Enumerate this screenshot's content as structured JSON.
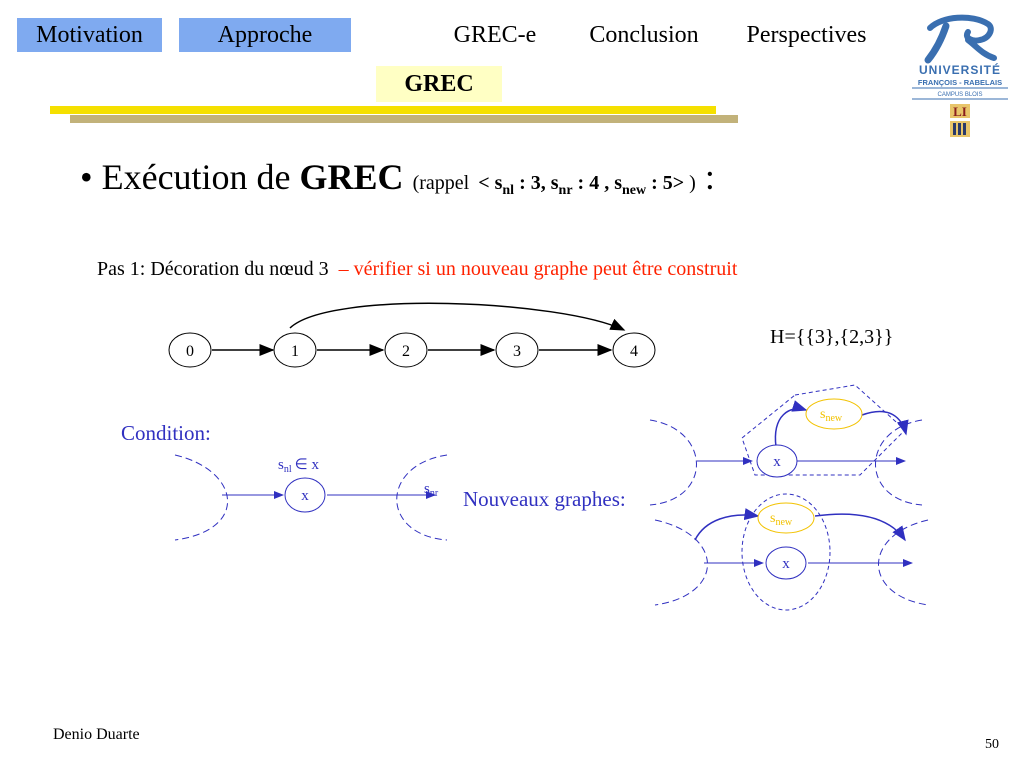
{
  "nav": {
    "motivation": "Motivation",
    "approche": "Approche",
    "grece": "GREC-e",
    "conclusion": "Conclusion",
    "perspectives": "Perspectives"
  },
  "subtab": "GREC",
  "logo": {
    "line1": "UNIVERSITÉ",
    "line2": "FRANÇOIS - RABELAIS",
    "line3": "CAMPUS BLOIS",
    "line4": "LI"
  },
  "title": {
    "bullet": "•",
    "prefix": "Exécution de",
    "keyword": "GREC",
    "rappel_open": "(rappel",
    "tuple_open": "< s",
    "sub_nl": "nl",
    "part1": " : 3, s",
    "sub_nr": "nr",
    "part2": " : 4 , s",
    "sub_new": "new",
    "part3": " : 5>",
    "rappel_close": " )",
    "colon": " :"
  },
  "step": {
    "prefix": "Pas 1: Décoration du nœud 3",
    "dash": "–",
    "highlight": "vérifier si un nouveau graphe peut être construit"
  },
  "graph": {
    "nodes": [
      "0",
      "1",
      "2",
      "3",
      "4"
    ]
  },
  "h_set": "H={{3},{2,3}}",
  "condition": {
    "label": "Condition:",
    "s": "s",
    "sub_nl": "nl",
    "in_x": "∈  x",
    "x": "x",
    "sub_nr": "nr"
  },
  "new_graphs": {
    "label": "Nouveaux graphes:",
    "s": "s",
    "sub_new": "new",
    "x": "x"
  },
  "footer": {
    "author": "Denio Duarte",
    "page": "50"
  },
  "colors": {
    "nav_highlight": "#7faaf0",
    "subtab_bg": "#ffffc4",
    "bar_yellow": "#f5e000",
    "bar_olive": "#c2b27a",
    "diagram_blue": "#3030c0",
    "red_text": "#ff2200",
    "snew_border": "#f2c200"
  }
}
